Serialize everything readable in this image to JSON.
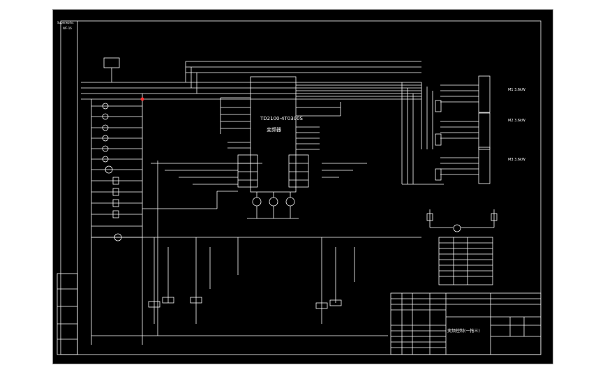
{
  "drawing": {
    "vfd_model": "TD2100-4T0300S",
    "vfd_name": "变频器",
    "motor_labels": [
      "M1 3.6kW",
      "M2 3.6kW",
      "M3 3.6kW"
    ],
    "title_block_name": "变频控制(一拖三)",
    "corner_note_top": "Superworks",
    "corner_note_bottom": "WF-16"
  },
  "colors": {
    "background": "#000000",
    "line": "#ffffff",
    "accent": "#ff3030"
  }
}
